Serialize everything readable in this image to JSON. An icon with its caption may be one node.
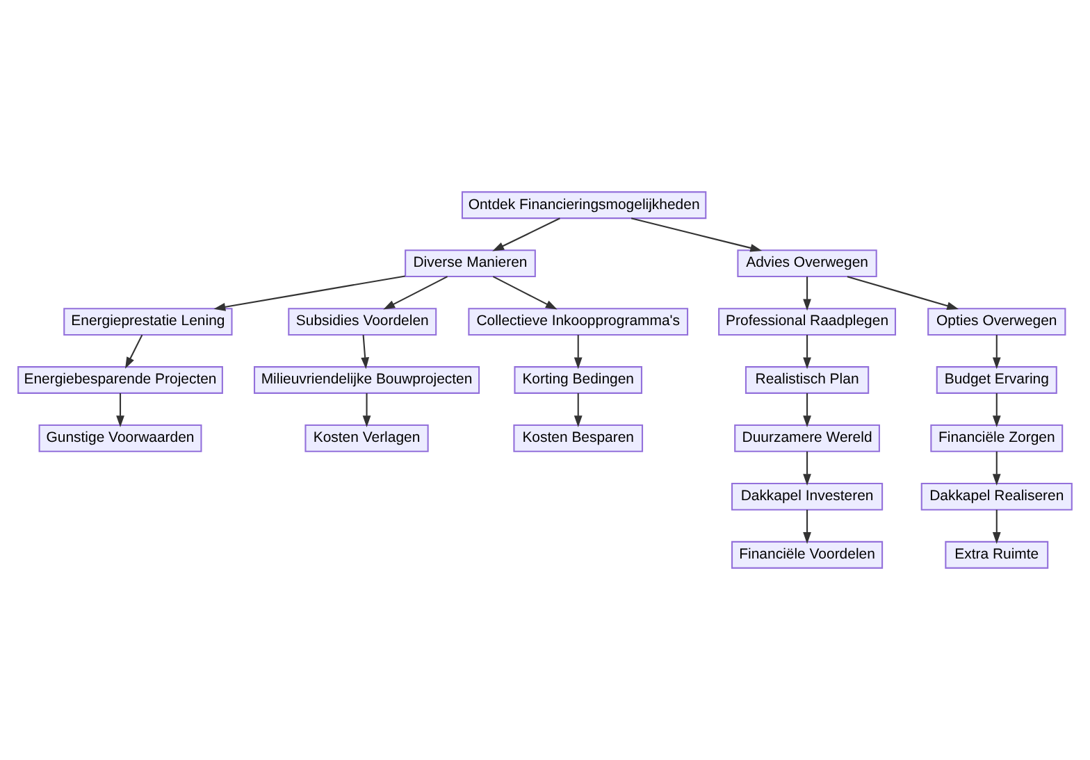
{
  "diagram": {
    "nodes": [
      {
        "text": [
          "Ontdek Financieringsmogelijkheden"
        ]
      },
      {
        "text": [
          "Diverse Manieren"
        ]
      },
      {
        "text": [
          "Advies Overwegen"
        ]
      },
      {
        "text": [
          "Energieprestatie Lening"
        ]
      },
      {
        "text": [
          "Subsidies Voordelen"
        ]
      },
      {
        "text": [
          "Collectieve Inkoopprogramma's"
        ]
      },
      {
        "text": [
          "Professional Raadplegen"
        ]
      },
      {
        "text": [
          "Opties Overwegen"
        ]
      },
      {
        "text": [
          "Energiebesparende Projecten"
        ]
      },
      {
        "text": [
          "Milieuvriendelijke Bouwprojecten"
        ]
      },
      {
        "text": [
          "Korting Bedingen"
        ]
      },
      {
        "text": [
          "Realistisch Plan"
        ]
      },
      {
        "text": [
          "Budget Ervaring"
        ]
      },
      {
        "text": [
          "Gunstige Voorwaarden"
        ]
      },
      {
        "text": [
          "Kosten Verlagen"
        ]
      },
      {
        "text": [
          "Kosten Besparen"
        ]
      },
      {
        "text": [
          "Duurzamere Wereld"
        ]
      },
      {
        "text": [
          "Financiële Zorgen"
        ]
      },
      {
        "text": [
          "Dakkapel Investeren"
        ]
      },
      {
        "text": [
          "Dakkapel Realiseren"
        ]
      },
      {
        "text": [
          "Financiële Voordelen"
        ]
      },
      {
        "text": [
          "Extra Ruimte"
        ]
      }
    ],
    "edges": [
      {
        "from": 0,
        "to": 1,
        "arrow": "to"
      },
      {
        "from": 0,
        "to": 2,
        "arrow": "to"
      },
      {
        "from": 1,
        "to": 3,
        "arrow": "to"
      },
      {
        "from": 1,
        "to": 4,
        "arrow": "to"
      },
      {
        "from": 1,
        "to": 5,
        "arrow": "to"
      },
      {
        "from": 2,
        "to": 6,
        "arrow": "to"
      },
      {
        "from": 2,
        "to": 7,
        "arrow": "to"
      },
      {
        "from": 3,
        "to": 8,
        "arrow": "to"
      },
      {
        "from": 4,
        "to": 9,
        "arrow": "to"
      },
      {
        "from": 5,
        "to": 10,
        "arrow": "to"
      },
      {
        "from": 6,
        "to": 11,
        "arrow": "to"
      },
      {
        "from": 7,
        "to": 12,
        "arrow": "to"
      },
      {
        "from": 8,
        "to": 13,
        "arrow": "to"
      },
      {
        "from": 9,
        "to": 14,
        "arrow": "to"
      },
      {
        "from": 10,
        "to": 15,
        "arrow": "to"
      },
      {
        "from": 11,
        "to": 16,
        "arrow": "to"
      },
      {
        "from": 12,
        "to": 17,
        "arrow": "to"
      },
      {
        "from": 16,
        "to": 18,
        "arrow": "to"
      },
      {
        "from": 17,
        "to": 19,
        "arrow": "to"
      },
      {
        "from": 18,
        "to": 20,
        "arrow": "to"
      },
      {
        "from": 19,
        "to": 21,
        "arrow": "to"
      }
    ]
  }
}
